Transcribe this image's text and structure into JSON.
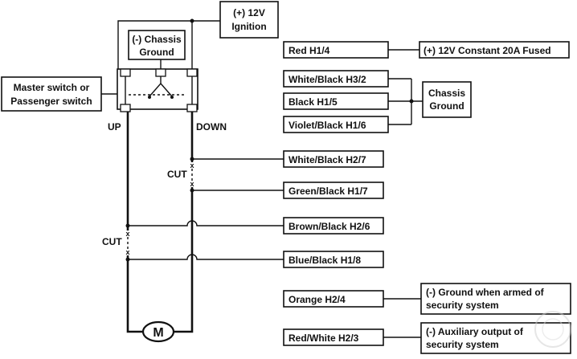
{
  "labels": {
    "ignition": [
      "(+) 12V",
      "Ignition"
    ],
    "switch_ground": [
      "(-) Chassis",
      "Ground"
    ],
    "master_switch": [
      "Master switch or",
      "Passenger switch"
    ],
    "up": "UP",
    "down": "DOWN",
    "cut_down": "CUT",
    "cut_up": "CUT",
    "motor": "M",
    "chassis_ground": [
      "Chassis",
      "Ground"
    ],
    "constant": "(+) 12V Constant  20A Fused",
    "ground_armed": [
      "(-) Ground when armed of",
      "security system"
    ],
    "aux_output": [
      "(-) Auxiliary output of",
      "security system"
    ]
  },
  "wires": {
    "red_h1_4": "Red H1/4",
    "white_black_h3_2": "White/Black H3/2",
    "black_h1_5": "Black H1/5",
    "violet_black_h1_6": "Violet/Black H1/6",
    "white_black_h2_7": "White/Black H2/7",
    "green_black_h1_7": "Green/Black H1/7",
    "brown_black_h2_6": "Brown/Black H2/6",
    "blue_black_h1_8": "Blue/Black H1/8",
    "orange_h2_4": "Orange H2/4",
    "red_white_h2_3": "Red/White H2/3"
  },
  "colors": {
    "line": "#111111",
    "background": "#ffffff"
  }
}
